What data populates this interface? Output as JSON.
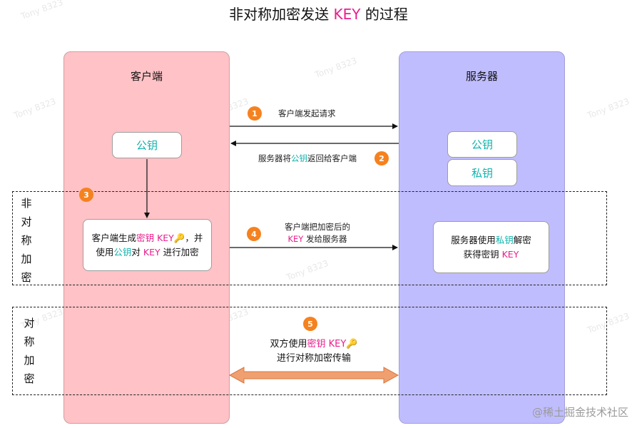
{
  "title": {
    "prefix": "非对称加密发送 ",
    "key": "KEY",
    "suffix": " 的过程"
  },
  "client": {
    "title": "客户端",
    "public_key": "公钥",
    "step3": {
      "line1_a": "客户端生成",
      "line1_key": "密钥 KEY",
      "line1_icon": "🔑",
      "line1_b": "，并",
      "line2_a": "使用",
      "line2_key": "公钥",
      "line2_b": "对 ",
      "line2_key2": "KEY",
      "line2_c": " 进行加密"
    }
  },
  "server": {
    "title": "服务器",
    "public_key": "公钥",
    "private_key": "私钥",
    "step4_result": {
      "line1_a": "服务器使用",
      "line1_key": "私钥",
      "line1_b": "解密",
      "line2_a": "获得密钥 ",
      "line2_key": "KEY"
    }
  },
  "sections": {
    "asymmetric": [
      "非",
      "对",
      "称",
      "加",
      "密"
    ],
    "symmetric": [
      "对",
      "称",
      "加",
      "密"
    ]
  },
  "steps": [
    {
      "num": "1",
      "label": "客户端发起请求"
    },
    {
      "num": "2",
      "label_a": "服务器将",
      "label_key": "公钥",
      "label_b": "返回给客户端"
    },
    {
      "num": "3"
    },
    {
      "num": "4",
      "line1": "客户端把加密后的",
      "line2_key": "KEY",
      "line2_b": " 发给服务器"
    },
    {
      "num": "5",
      "line1_a": "双方使用",
      "line1_key": "密钥 KEY",
      "line1_icon": "🔑",
      "line2": "进行对称加密传输"
    }
  ],
  "watermark": "Tony 8323",
  "footer": "@稀土掘金技术社区",
  "colors": {
    "highlight_pink": "#e91e8c",
    "highlight_teal": "#12b3ad",
    "client_bg": "#ffc2c6",
    "server_bg": "#c0bdff",
    "badge": "#f5821f",
    "bidirectional_arrow": "#f0a070"
  }
}
